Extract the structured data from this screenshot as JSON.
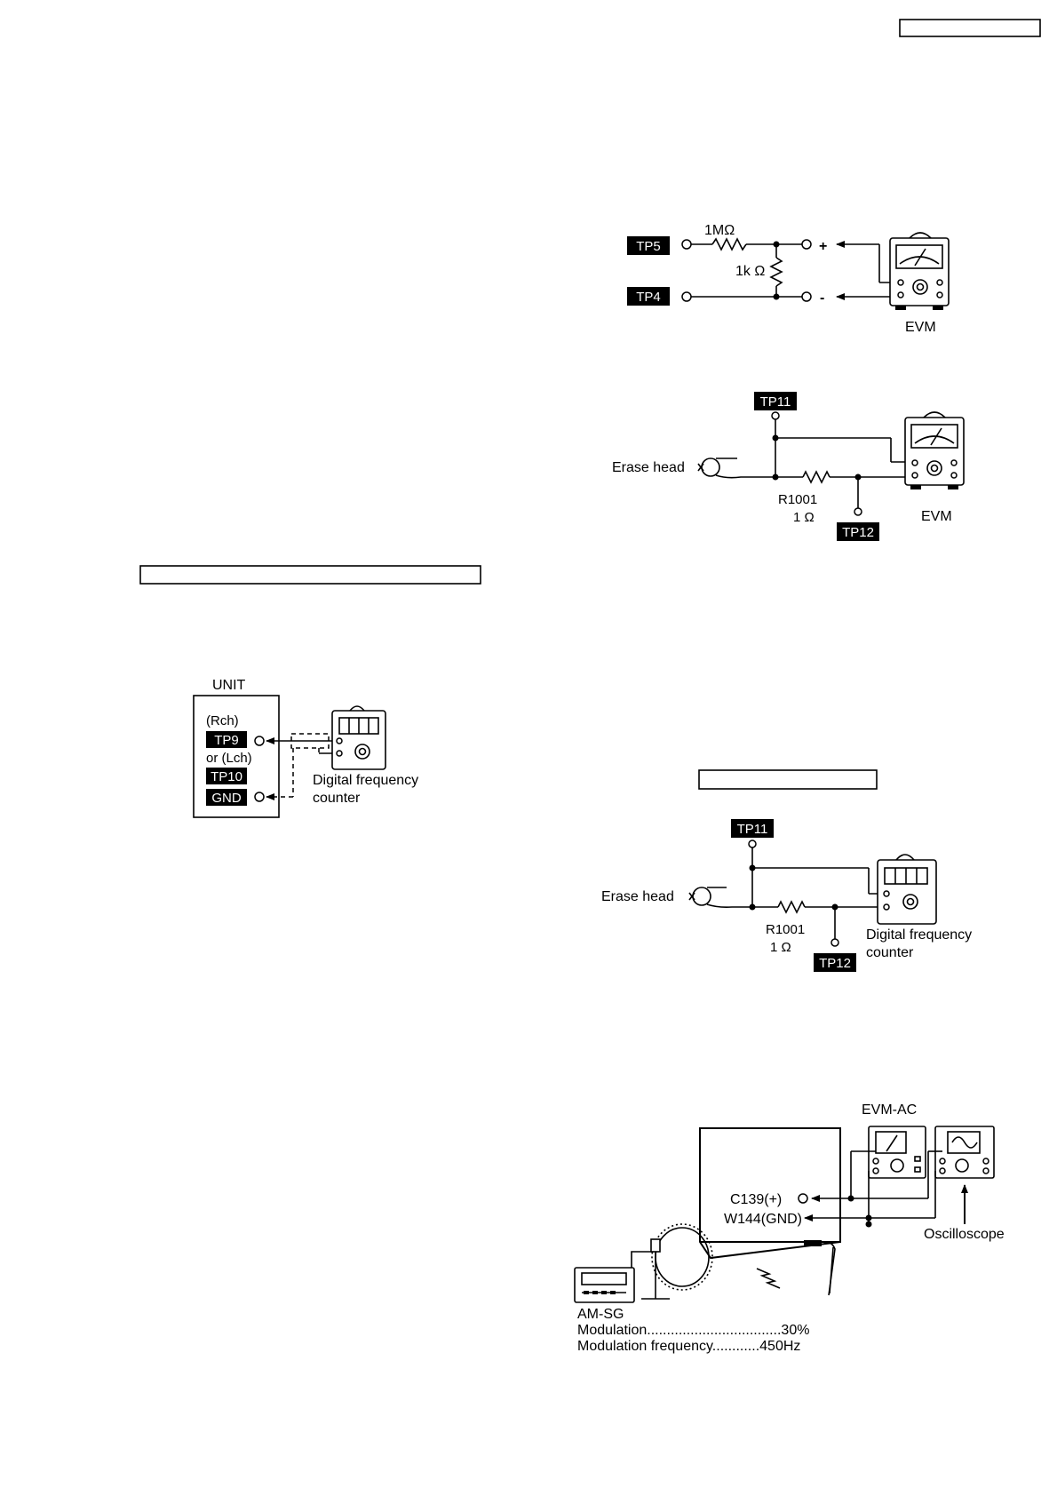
{
  "evm_divider": {
    "tp_top": "TP5",
    "tp_bottom": "TP4",
    "r_series": "1MΩ",
    "r_shunt": "1k Ω",
    "plus": "+",
    "minus": "-",
    "meter": "EVM"
  },
  "erase_evm": {
    "tp_top": "TP11",
    "tp_bottom": "TP12",
    "head": "Erase head",
    "resistor": "R1001",
    "resistor_value": "1 Ω",
    "meter": "EVM"
  },
  "unit_counter": {
    "unit": "UNIT",
    "rch": "(Rch)",
    "tp9": "TP9",
    "lch": "or (Lch)",
    "tp10": "TP10",
    "gnd": "GND",
    "counter_line1": "Digital frequency",
    "counter_line2": "counter"
  },
  "erase_counter": {
    "tp_top": "TP11",
    "tp_bottom": "TP12",
    "head": "Erase head",
    "resistor": "R1001",
    "resistor_value": "1 Ω",
    "counter_line1": "Digital frequency",
    "counter_line2": "counter"
  },
  "am_setup": {
    "evm_ac": "EVM-AC",
    "c139": "C139(+)",
    "w144": "W144(GND)",
    "oscilloscope": "Oscilloscope",
    "am_sg": "AM-SG",
    "modulation": "Modulation..................................30%",
    "modulation_freq": "Modulation frequency............450Hz"
  }
}
